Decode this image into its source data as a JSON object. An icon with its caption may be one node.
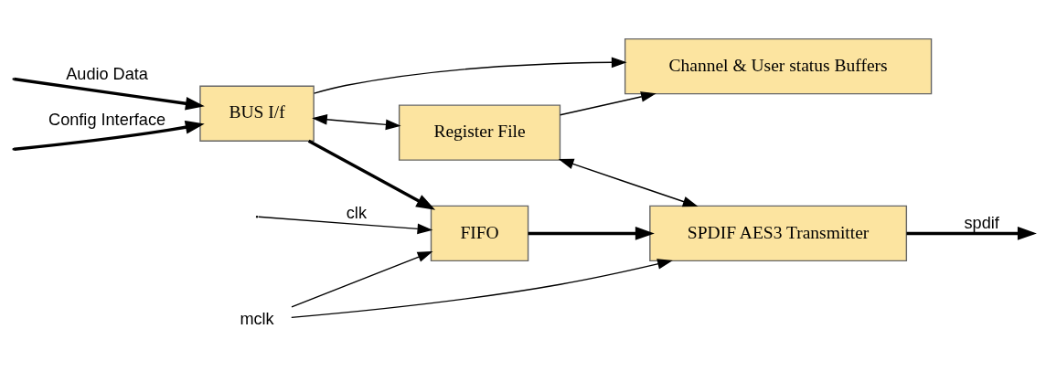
{
  "diagram": {
    "nodes": [
      {
        "text": [
          "Channel & User status Buffers"
        ]
      },
      {
        "text": [
          "BUS I/f"
        ]
      },
      {
        "text": [
          "Register File"
        ]
      },
      {
        "text": [
          "FIFO"
        ]
      },
      {
        "text": [
          "SPDIF AES3 Transmitter"
        ]
      },
      {
        "text": [
          "mclk"
        ]
      }
    ],
    "edges": [
      {
        "from": null,
        "to": 1,
        "arrow": "to",
        "label": "Audio Data",
        "style": "thick"
      },
      {
        "from": null,
        "to": 1,
        "arrow": "to",
        "label": "Config Interface",
        "style": "thick"
      },
      {
        "from": 1,
        "to": 0,
        "arrow": "to"
      },
      {
        "from": 2,
        "to": 0,
        "arrow": "to"
      },
      {
        "from": 1,
        "to": 2,
        "arrow": "both"
      },
      {
        "from": 1,
        "to": 3,
        "arrow": "to",
        "style": "thick"
      },
      {
        "from": 3,
        "to": 4,
        "arrow": "to",
        "style": "thick"
      },
      {
        "from": 2,
        "to": 4,
        "arrow": "both"
      },
      {
        "from": 4,
        "to": null,
        "arrow": "to",
        "label": "spdif",
        "style": "thick"
      },
      {
        "from": null,
        "to": 3,
        "arrow": "to",
        "label": "clk"
      },
      {
        "from": 5,
        "to": 3,
        "arrow": "to"
      },
      {
        "from": 5,
        "to": 4,
        "arrow": "to"
      }
    ]
  }
}
